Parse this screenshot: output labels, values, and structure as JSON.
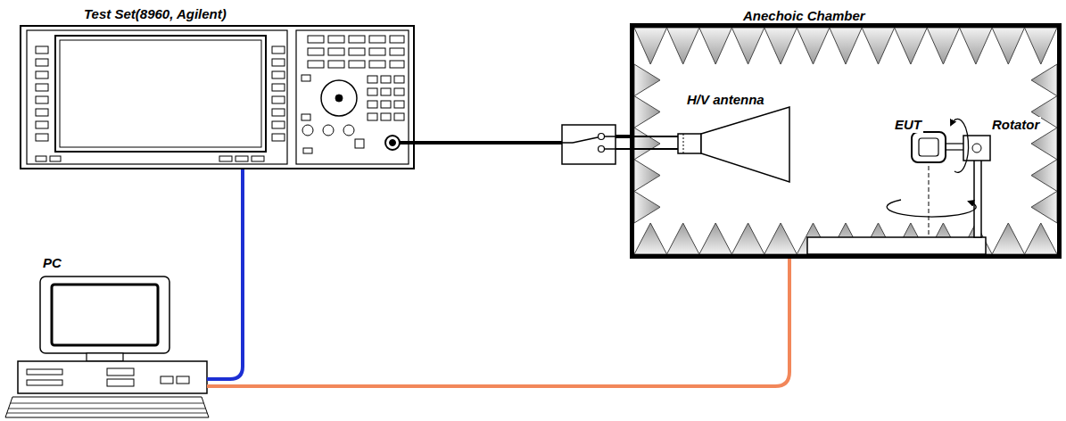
{
  "diagram": {
    "nodes": [
      {
        "text": [
          "Test Set(8960, Agilent)"
        ]
      },
      {
        "text": [
          "Anechoic Chamber"
        ]
      },
      {
        "text": [
          "PC"
        ]
      }
    ],
    "edges": [
      {
        "from": 0,
        "to": 2,
        "arrow": "none"
      },
      {
        "from": 2,
        "to": 1,
        "arrow": "none"
      },
      {
        "from": 0,
        "to": 1,
        "arrow": "none"
      }
    ],
    "labels": [
      "H/V antenna",
      "EUT",
      "Rotator"
    ]
  }
}
